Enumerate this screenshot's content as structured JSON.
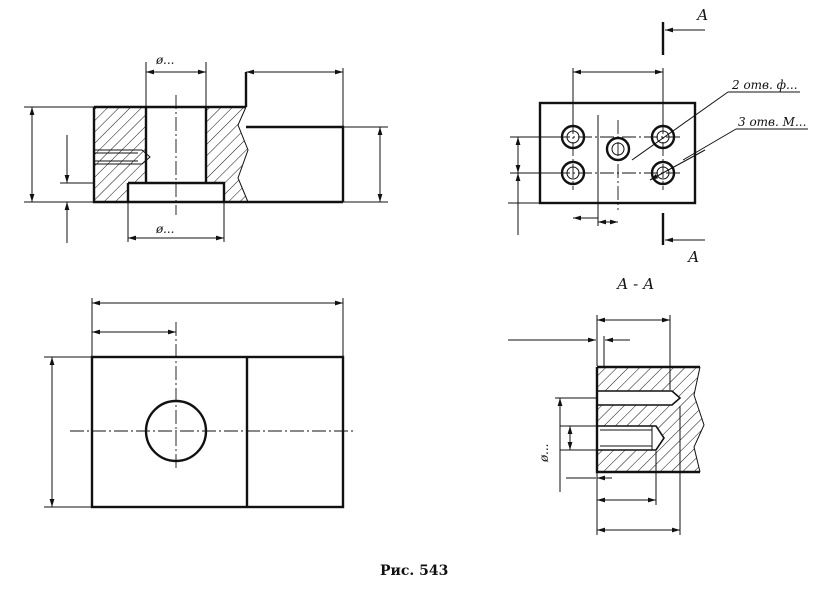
{
  "labels": {
    "dia_top": "ø...",
    "dia_bottom": "ø...",
    "holes_2": "2 отв. ф...",
    "holes_3": "3 отв. М...",
    "section_mark_top": "А",
    "section_mark_bottom": "А",
    "section_title": "А - А",
    "dia_section": "ø...",
    "caption": "Рис. 543"
  }
}
